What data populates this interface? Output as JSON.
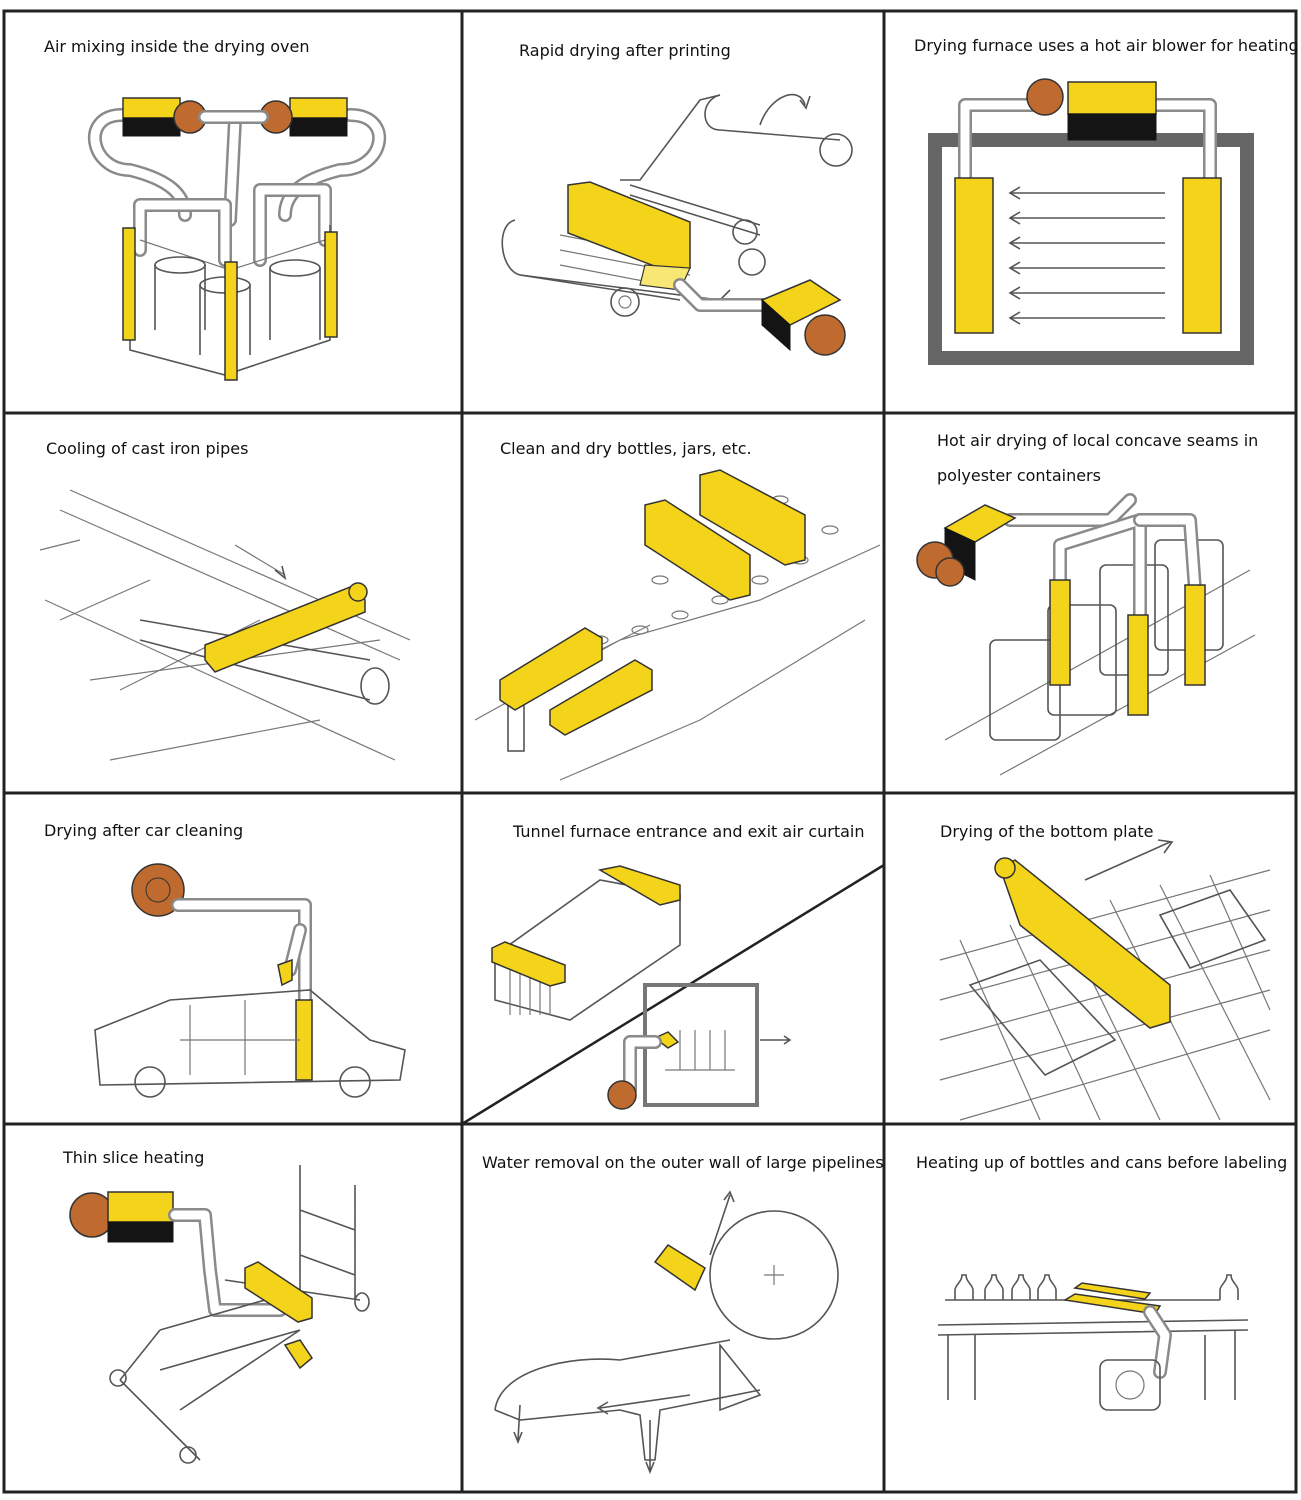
{
  "panels": [
    {
      "caption": "Air mixing inside the drying oven"
    },
    {
      "caption": "Rapid drying after printing"
    },
    {
      "caption": "Drying furnace uses a hot air blower for heating"
    },
    {
      "caption": "Cooling of cast iron pipes"
    },
    {
      "caption": "Clean and dry bottles, jars, etc."
    },
    {
      "caption_line1": "Hot air drying of local concave seams in",
      "caption_line2": "polyester containers"
    },
    {
      "caption": "Drying after car cleaning"
    },
    {
      "caption": "Tunnel furnace entrance and exit air curtain"
    },
    {
      "caption": "Drying of the bottom plate"
    },
    {
      "caption": "Thin slice heating"
    },
    {
      "caption": "Water removal on the outer wall of large pipelines"
    },
    {
      "caption": "Heating up of bottles and cans before labeling"
    }
  ],
  "colors": {
    "heater": "#f4d31b",
    "blower": "#bf6a2f",
    "motor": "#141414",
    "border": "#222222"
  }
}
